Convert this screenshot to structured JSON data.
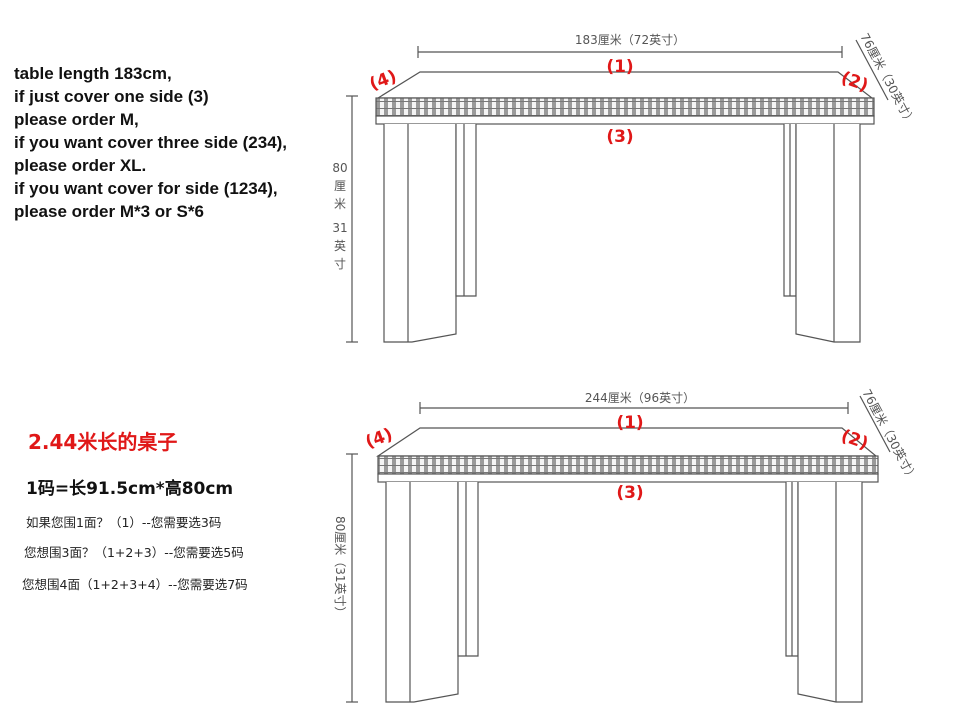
{
  "top_note": [
    "table length 183cm,",
    "if just cover one side (3)",
    "please order M,",
    "if you want cover three side (234),",
    "please order XL.",
    "if you want cover for side (1234),",
    "please order M*3 or S*6"
  ],
  "bottom_title": "2.44米长的桌子",
  "bottom_size": "1码=长91.5cm*高80cm",
  "bottom_options": [
    "如果您围1面？（1）--您需要选3码",
    "您想围3面？（1+2+3）--您需要选5码",
    "您想围4面（1+2+3+4）--您需要选7码"
  ],
  "table1": {
    "length_label": "183厘米（72英寸）",
    "depth_label": "76厘米（30英寸）",
    "height_label": [
      "80",
      "厘",
      "米",
      "31",
      "英",
      "寸"
    ],
    "side1": "(1)",
    "side2": "(2)",
    "side3": "(3)",
    "side4": "(4)"
  },
  "table2": {
    "length_label": "244厘米（96英寸）",
    "depth_label": "76厘米（30英寸）",
    "height_label": "80厘米（31英寸）",
    "side1": "(1)",
    "side2": "(2)",
    "side3": "(3)",
    "side4": "(4)"
  },
  "colors": {
    "accent": "#e01818",
    "line": "#555555"
  }
}
